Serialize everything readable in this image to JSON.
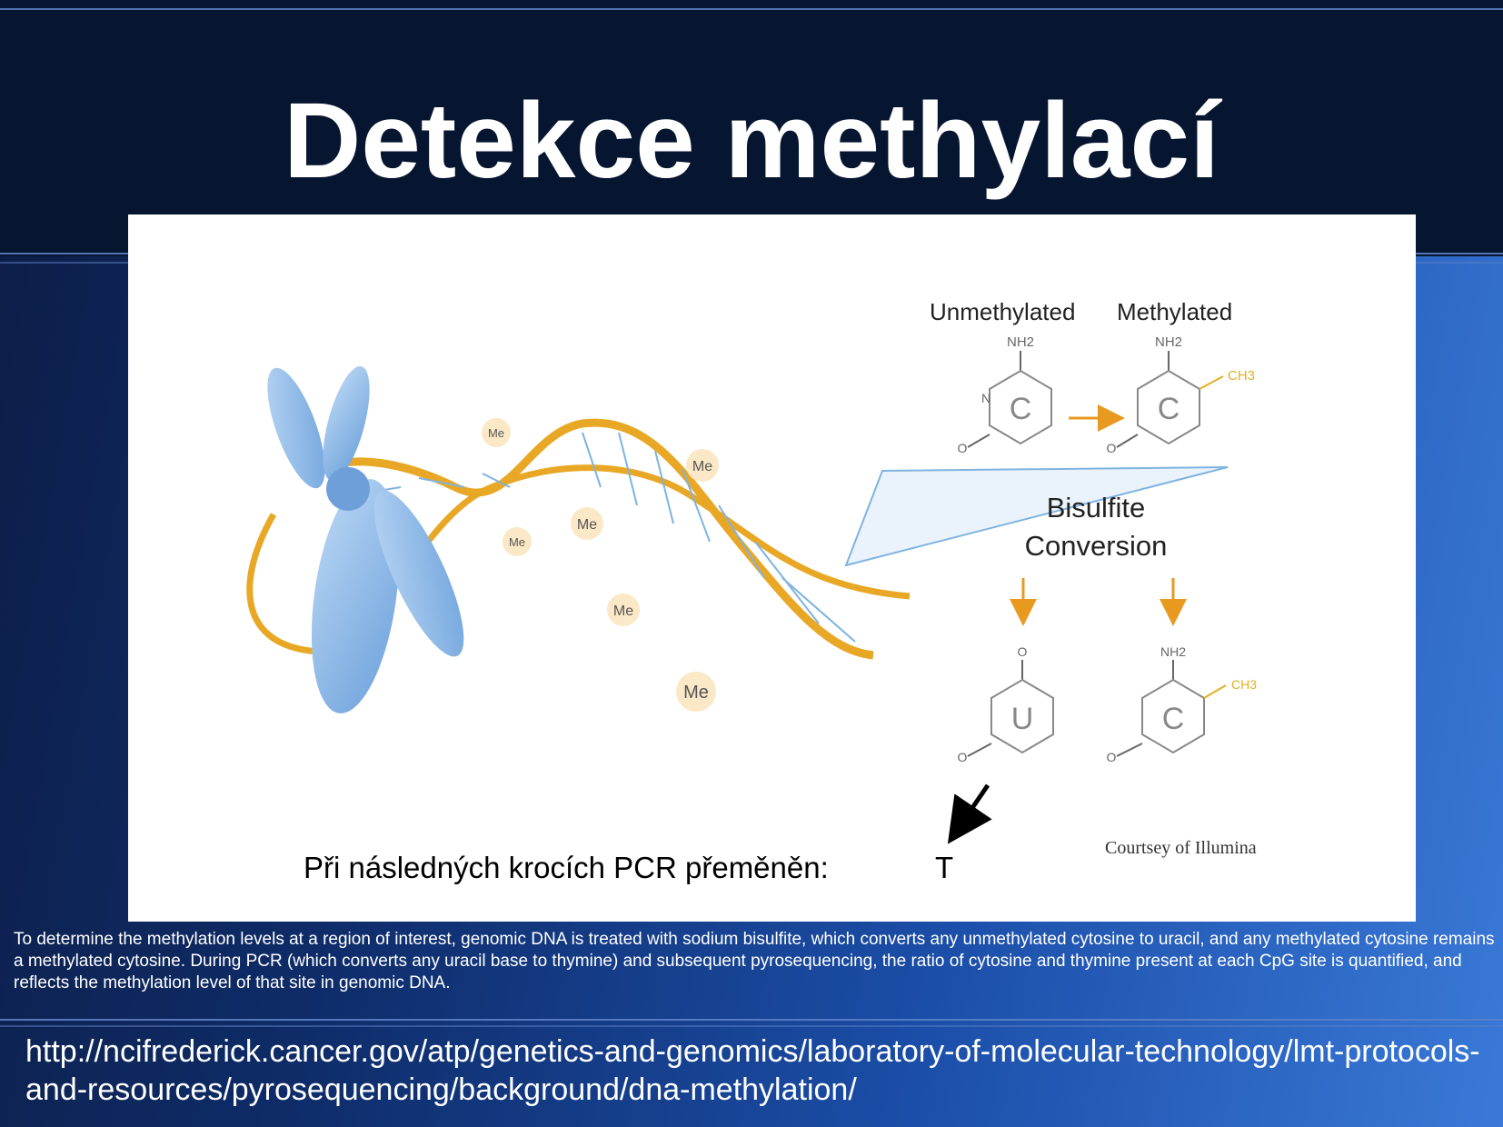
{
  "slide": {
    "title": "Detekce methylací"
  },
  "figure": {
    "col_unmethylated": "Unmethylated",
    "col_methylated": "Methylated",
    "bisulfite_line1": "Bisulfite",
    "bisulfite_line2": "Conversion",
    "methyl_tag": "Me",
    "nh2": "NH2",
    "ch3": "CH3",
    "base_c": "C",
    "base_u": "U",
    "atom_n": "N",
    "atom_o": "O",
    "pcr_caption": "Při následných krocích PCR přeměněn:",
    "pcr_result": "T",
    "credit": "Courtsey of Illumina"
  },
  "description": "To determine the methylation levels at a region of interest, genomic DNA is treated with sodium bisulfite, which converts any unmethylated cytosine to uracil, and any methylated cytosine remains a methylated cytosine.  During PCR (which converts any uracil base to thymine) and subsequent pyrosequencing, the ratio of cytosine and thymine present at each CpG site is quantified, and reflects the methylation level of that site in genomic DNA.",
  "source_url": "http://ncifrederick.cancer.gov/atp/genetics-and-genomics/laboratory-of-molecular-technology/lmt-protocols-and-resources/pyrosequencing/background/dna-methylation/",
  "colors": {
    "background_dark": "#061530",
    "background_blue": "#1b4ea8",
    "dna_strand": "#e8a825",
    "chromosome": "#8ebbea",
    "arrow_orange": "#e89a20",
    "methyl_yellow": "#e0b020"
  }
}
